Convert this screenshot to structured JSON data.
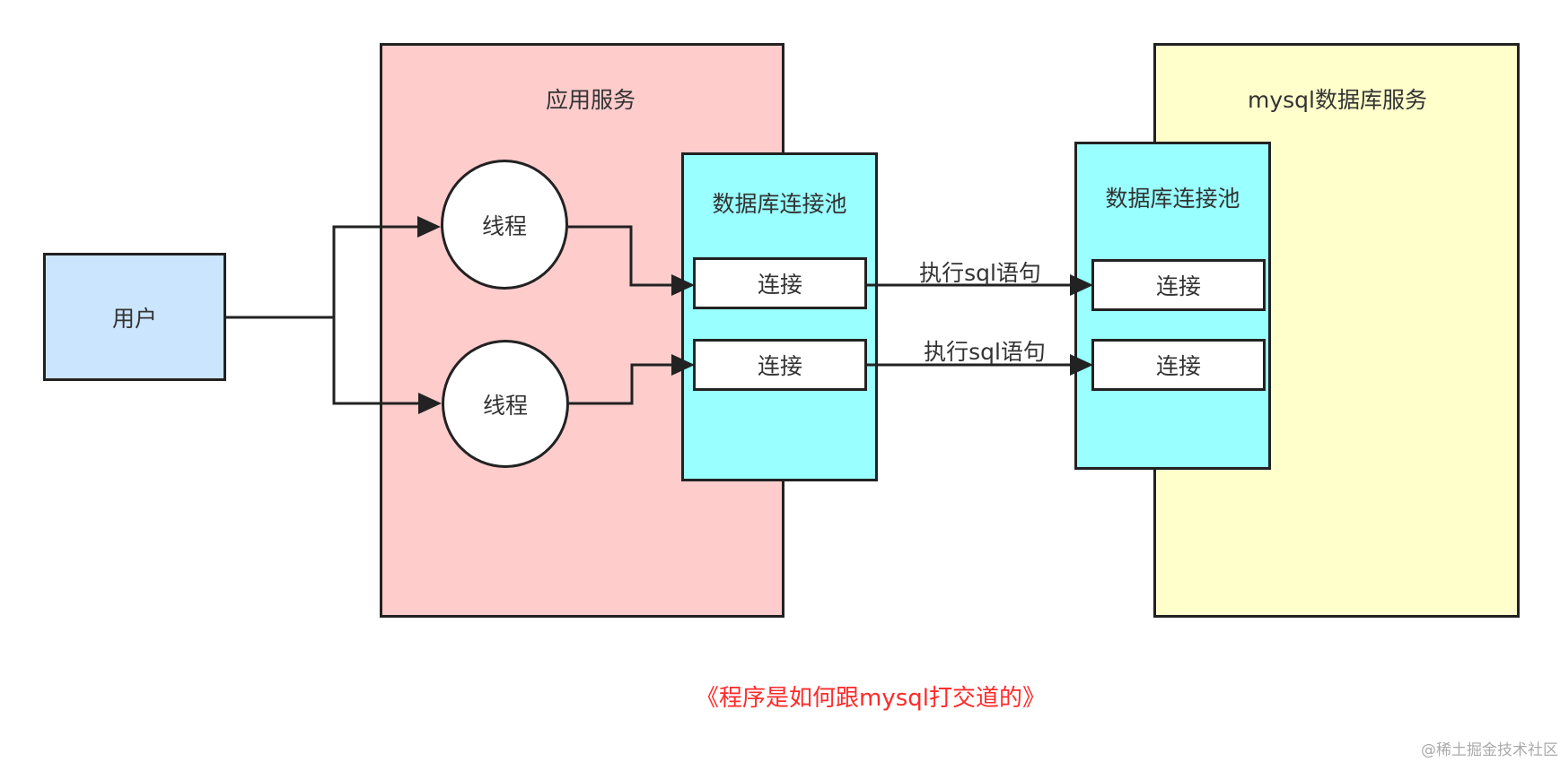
{
  "colors": {
    "app_service_fill": "#ffcccc",
    "mysql_service_fill": "#ffffcc",
    "pool_fill": "#99ffff",
    "user_fill": "#cce5ff",
    "caption": "#ff2a2a",
    "stroke": "#222222"
  },
  "user": {
    "label": "用户"
  },
  "app_service": {
    "title": "应用服务",
    "threads": [
      "线程",
      "线程"
    ],
    "pool": {
      "title": "数据库连接池",
      "connections": [
        "连接",
        "连接"
      ]
    }
  },
  "mysql_service": {
    "title": "mysql数据库服务",
    "pool": {
      "title": "数据库连接池",
      "connections": [
        "连接",
        "连接"
      ]
    }
  },
  "edges": {
    "exec_labels": [
      "执行sql语句",
      "执行sql语句"
    ]
  },
  "caption": "《程序是如何跟mysql打交道的》",
  "watermark": "@稀土掘金技术社区"
}
